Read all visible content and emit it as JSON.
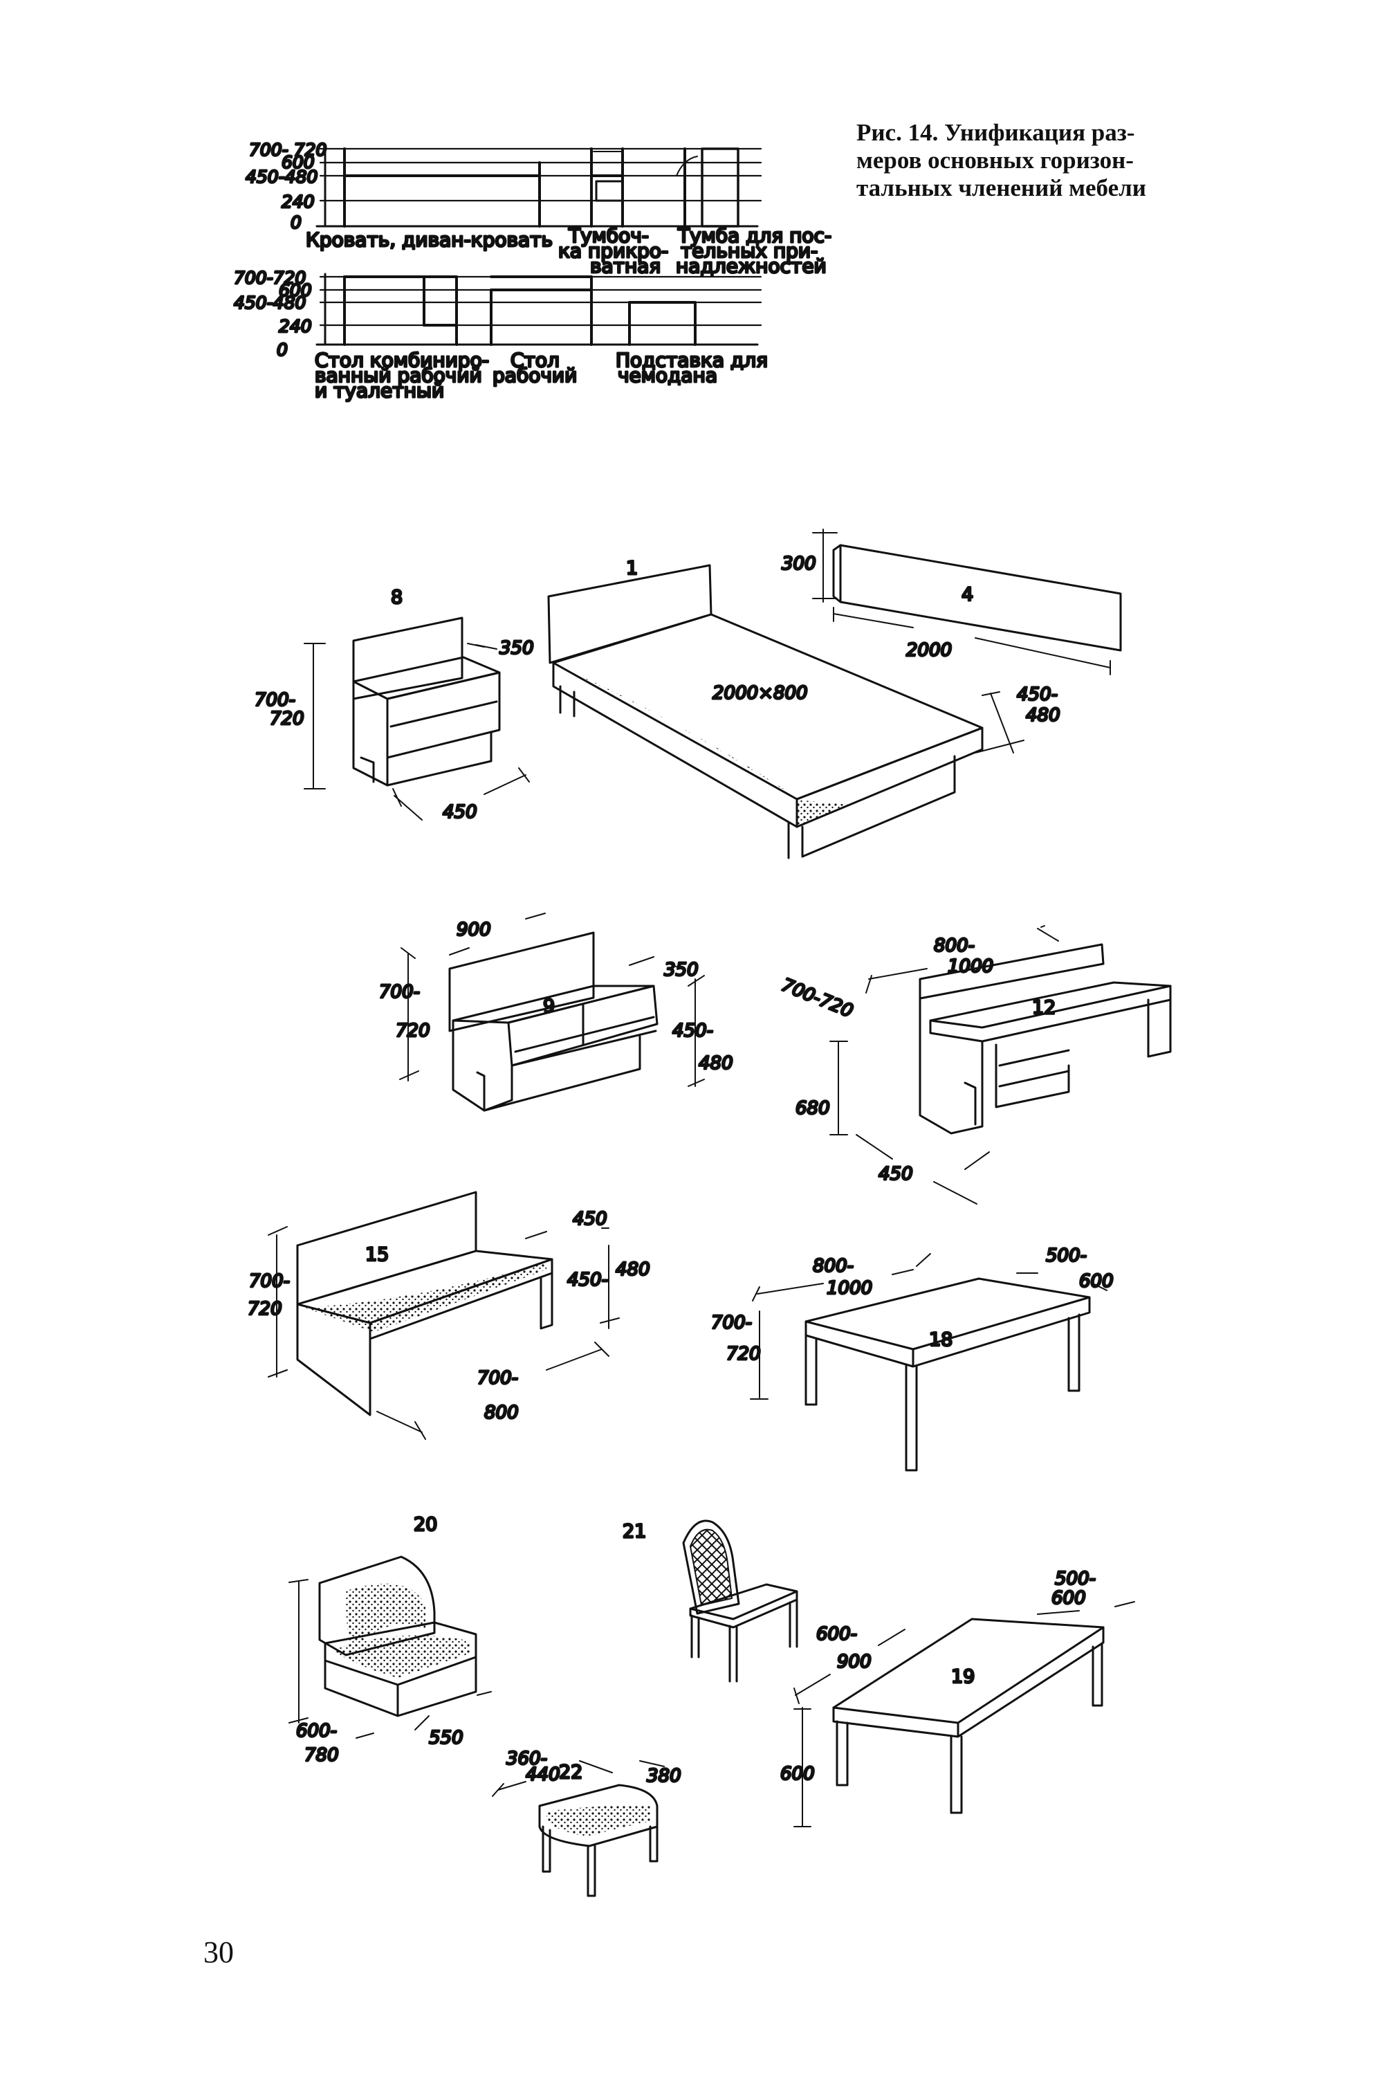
{
  "caption": {
    "lines": [
      "Рис. 14. Унификация раз-",
      "меров основных горизон-",
      "тальных членений мебели"
    ]
  },
  "page_number": "30",
  "height_charts": [
    {
      "tick_labels": [
        "700- 720",
        "600",
        "450-480",
        "240",
        "0"
      ],
      "groups": [
        {
          "lines": [
            "Кровать, диван-кровать"
          ]
        },
        {
          "lines": [
            "Тумбоч-",
            "ка прикро-",
            "ватная"
          ]
        },
        {
          "lines": [
            "Тумба для пос-",
            "тельных при-",
            "надлежностей"
          ]
        }
      ]
    },
    {
      "tick_labels": [
        "700-720",
        "600",
        "450-480",
        "240",
        "0"
      ],
      "groups": [
        {
          "lines": [
            "Стол комбиниро-",
            "ванный рабочий",
            "и туалетный"
          ]
        },
        {
          "lines": [
            "Стол",
            "рабочий"
          ]
        },
        {
          "lines": [
            "Подставка для",
            "чемодана"
          ]
        }
      ]
    }
  ],
  "items": {
    "bed": {
      "number": "1",
      "size": "2000×800",
      "height": [
        "450-",
        "480"
      ]
    },
    "headboard": {
      "number": "4",
      "height": "300",
      "length": "2000"
    },
    "nightstand": {
      "number": "8",
      "height": [
        "700-",
        "720"
      ],
      "depth": "350",
      "width": "450"
    },
    "dresser": {
      "number": "9",
      "width": "900",
      "height": [
        "700-",
        "720"
      ],
      "depth": "350",
      "low_height": [
        "450-",
        "480"
      ]
    },
    "desk": {
      "number": "12",
      "width": [
        "800-",
        "1000"
      ],
      "height": "700-720",
      "knee_height": "680",
      "depth": "450"
    },
    "sofa": {
      "number": "15",
      "height": [
        "700-",
        "720"
      ],
      "depth": "450",
      "seat_height": [
        "450-",
        "480"
      ],
      "length": [
        "700-",
        "800"
      ]
    },
    "table": {
      "number": "18",
      "length": [
        "800-",
        "1000"
      ],
      "width": [
        "500-",
        "600"
      ],
      "height": [
        "700-",
        "720"
      ]
    },
    "armchair": {
      "number": "20",
      "height": [
        "600-",
        "780"
      ],
      "depth": "550"
    },
    "chair": {
      "number": "21"
    },
    "stool": {
      "number": "22",
      "length": [
        "360-",
        "440"
      ],
      "depth": "380"
    },
    "coffee_table": {
      "number": "19",
      "width": [
        "500-",
        "600"
      ],
      "length": [
        "600-",
        "900"
      ],
      "height": "600"
    }
  }
}
